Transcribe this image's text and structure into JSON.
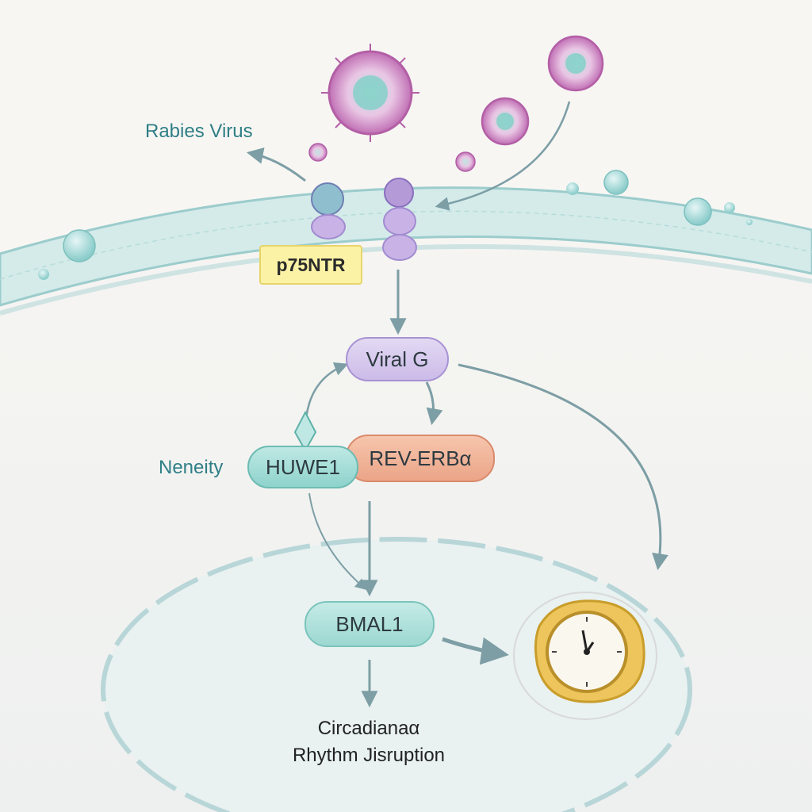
{
  "labels": {
    "rabies_virus": "Rabies Virus",
    "p75ntr": "p75NTR",
    "viral_g": "Viral G",
    "huwe1": "HUWE1",
    "rev_erb": "REV-ERBα",
    "neneity": "Neneity",
    "bmal1": "BMAL1",
    "outcome_line1": "Circadianаα",
    "outcome_line2": "Rhythm Jisruption"
  },
  "colors": {
    "membrane": "#cfe6e6",
    "arrow": "#7d9ea5",
    "virus": "#c98bc0",
    "receptor": "#b9a3dc",
    "clock": "#e8c45a"
  }
}
